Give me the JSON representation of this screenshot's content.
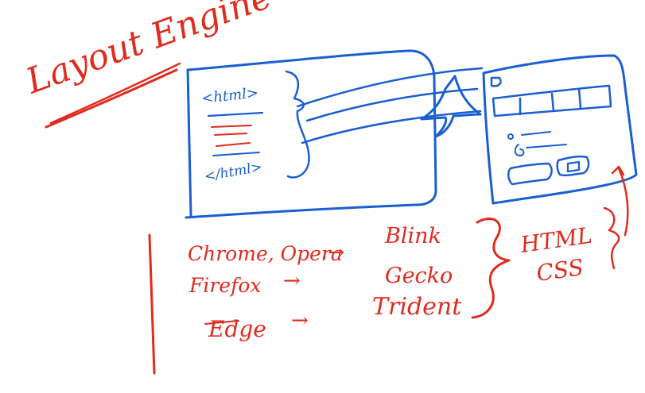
{
  "title": "Layout Engine",
  "source_window": {
    "open_tag": "<html>",
    "close_tag": "</html>"
  },
  "engines": [
    {
      "browsers": "Chrome, Opera",
      "arrow": ":→",
      "engine": "Blink"
    },
    {
      "browsers": "Firefox",
      "arrow": "→",
      "engine": "Gecko"
    },
    {
      "browsers": "Edge",
      "arrow": "→",
      "engine": "Trident"
    }
  ],
  "inputs": [
    "HTML",
    "CSS"
  ],
  "colors": {
    "ink_red": "#e02b1f",
    "ink_blue": "#1a5fd0",
    "board": "#ffffff"
  }
}
